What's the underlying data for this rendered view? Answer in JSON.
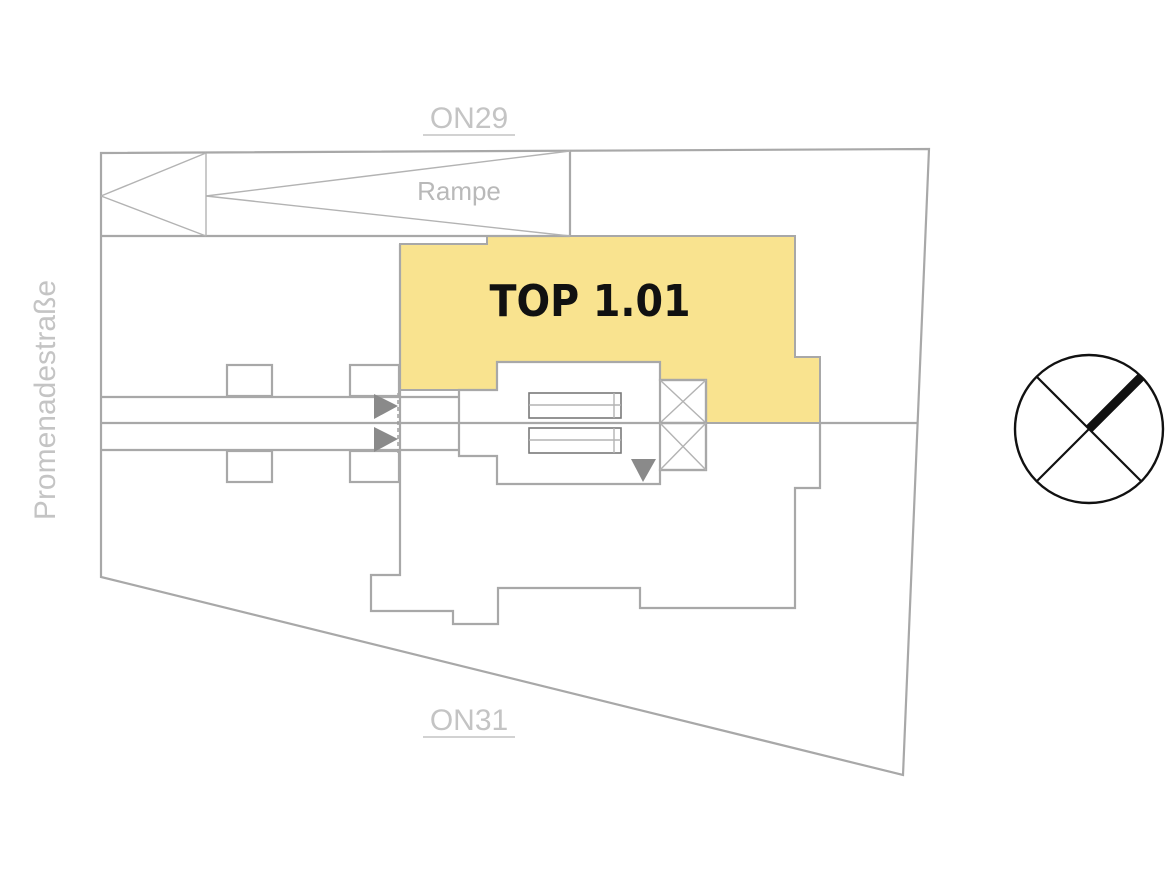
{
  "labels": {
    "street_top": "ON29",
    "street_bottom": "ON31",
    "street_left": "Promenadestraße",
    "ramp": "Rampe",
    "unit": "TOP 1.01"
  },
  "icons": {
    "entrance_arrows": "triangle-right",
    "stair_direction": "triangle-down",
    "compass": "north-arrow"
  },
  "colors": {
    "unit_highlight": "#f9e38f",
    "lines": "#a8a8a8",
    "muted_text": "#c4c4c4",
    "accent_dark": "#111111",
    "arrow_fill": "#8a8a8a"
  }
}
